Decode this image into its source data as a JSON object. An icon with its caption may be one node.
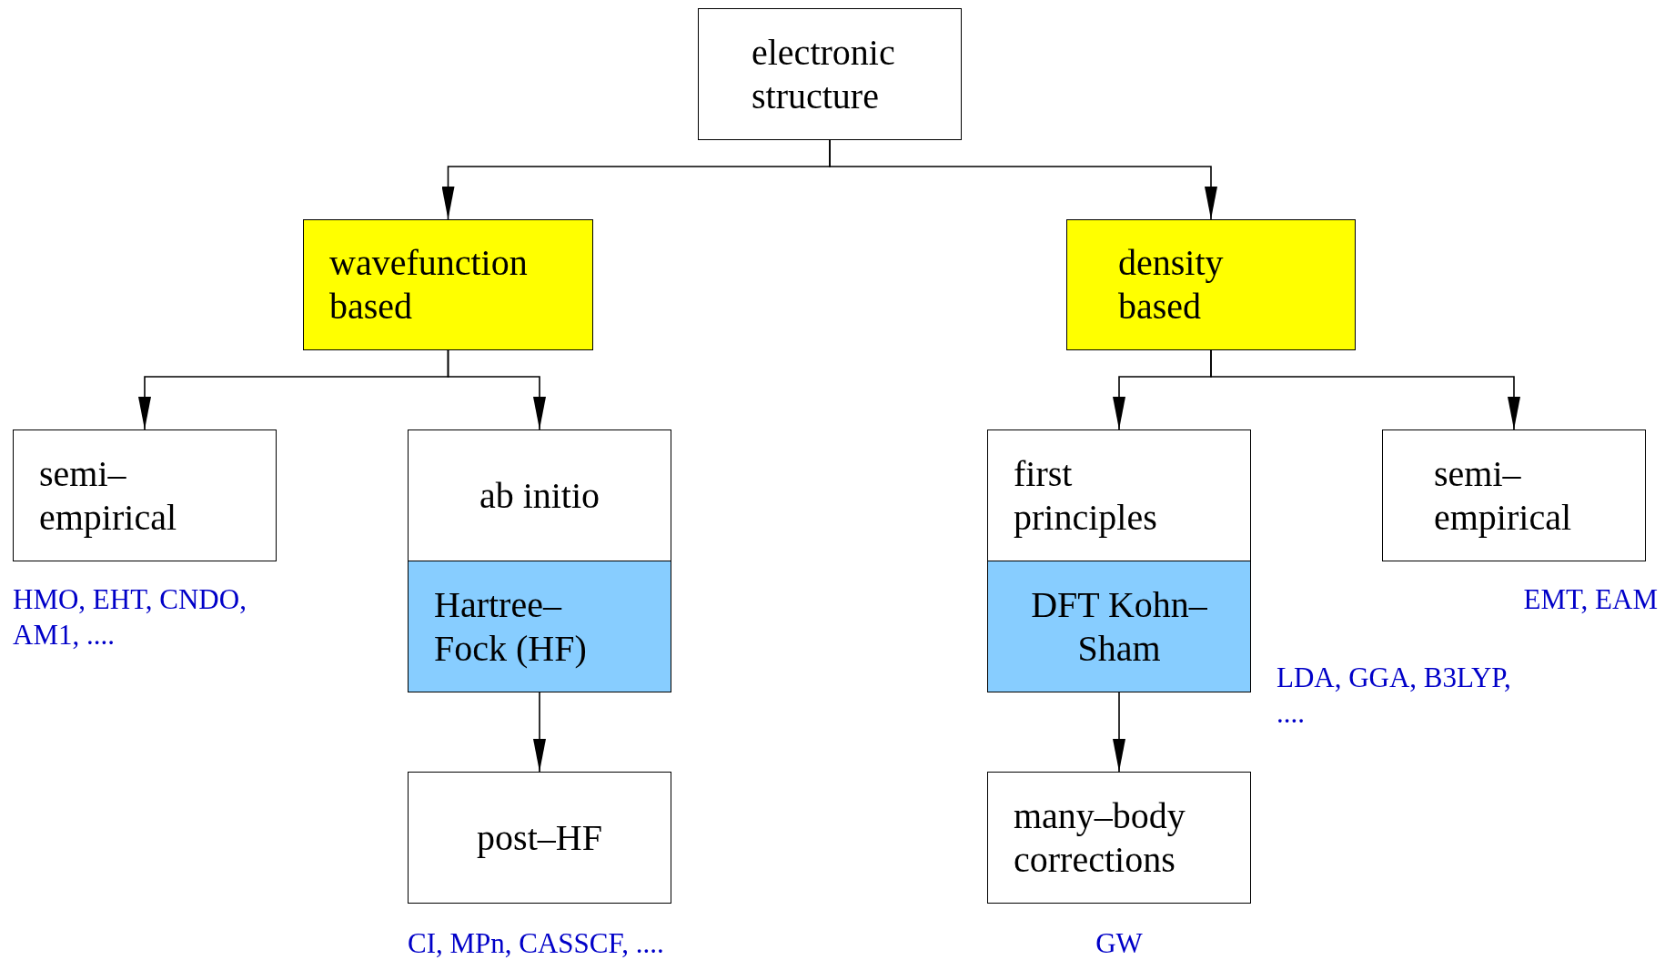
{
  "diagram": {
    "nodes": [
      {
        "text": [
          "electronic structure"
        ]
      },
      {
        "text": [
          "wavefunction based"
        ]
      },
      {
        "text": [
          "density based"
        ]
      },
      {
        "text": [
          "semi–empirical"
        ],
        "beside": [
          "HMO, EHT, CNDO, AM1, ...."
        ]
      },
      {
        "text": [
          "ab initio"
        ]
      },
      {
        "text": [
          "Hartree–Fock (HF)"
        ]
      },
      {
        "text": [
          "post–HF"
        ],
        "beside": [
          "CI, MPn, CASSCF, ...."
        ]
      },
      {
        "text": [
          "first principles"
        ]
      },
      {
        "text": [
          "DFT Kohn–Sham"
        ],
        "beside": [
          "LDA, GGA, B3LYP, ...."
        ]
      },
      {
        "text": [
          "many–body corrections"
        ],
        "beside": [
          "GW"
        ]
      },
      {
        "text": [
          "semi–empirical"
        ],
        "beside": [
          "EMT, EAM"
        ]
      }
    ],
    "edges": [
      {
        "from": 0,
        "to": 1,
        "arrow": "to"
      },
      {
        "from": 0,
        "to": 2,
        "arrow": "to"
      },
      {
        "from": 1,
        "to": 3,
        "arrow": "to"
      },
      {
        "from": 1,
        "to": 4,
        "arrow": "to"
      },
      {
        "from": 2,
        "to": 7,
        "arrow": "to"
      },
      {
        "from": 2,
        "to": 10,
        "arrow": "to"
      },
      {
        "from": 5,
        "to": 6,
        "arrow": "to"
      },
      {
        "from": 8,
        "to": 9,
        "arrow": "to"
      }
    ]
  }
}
